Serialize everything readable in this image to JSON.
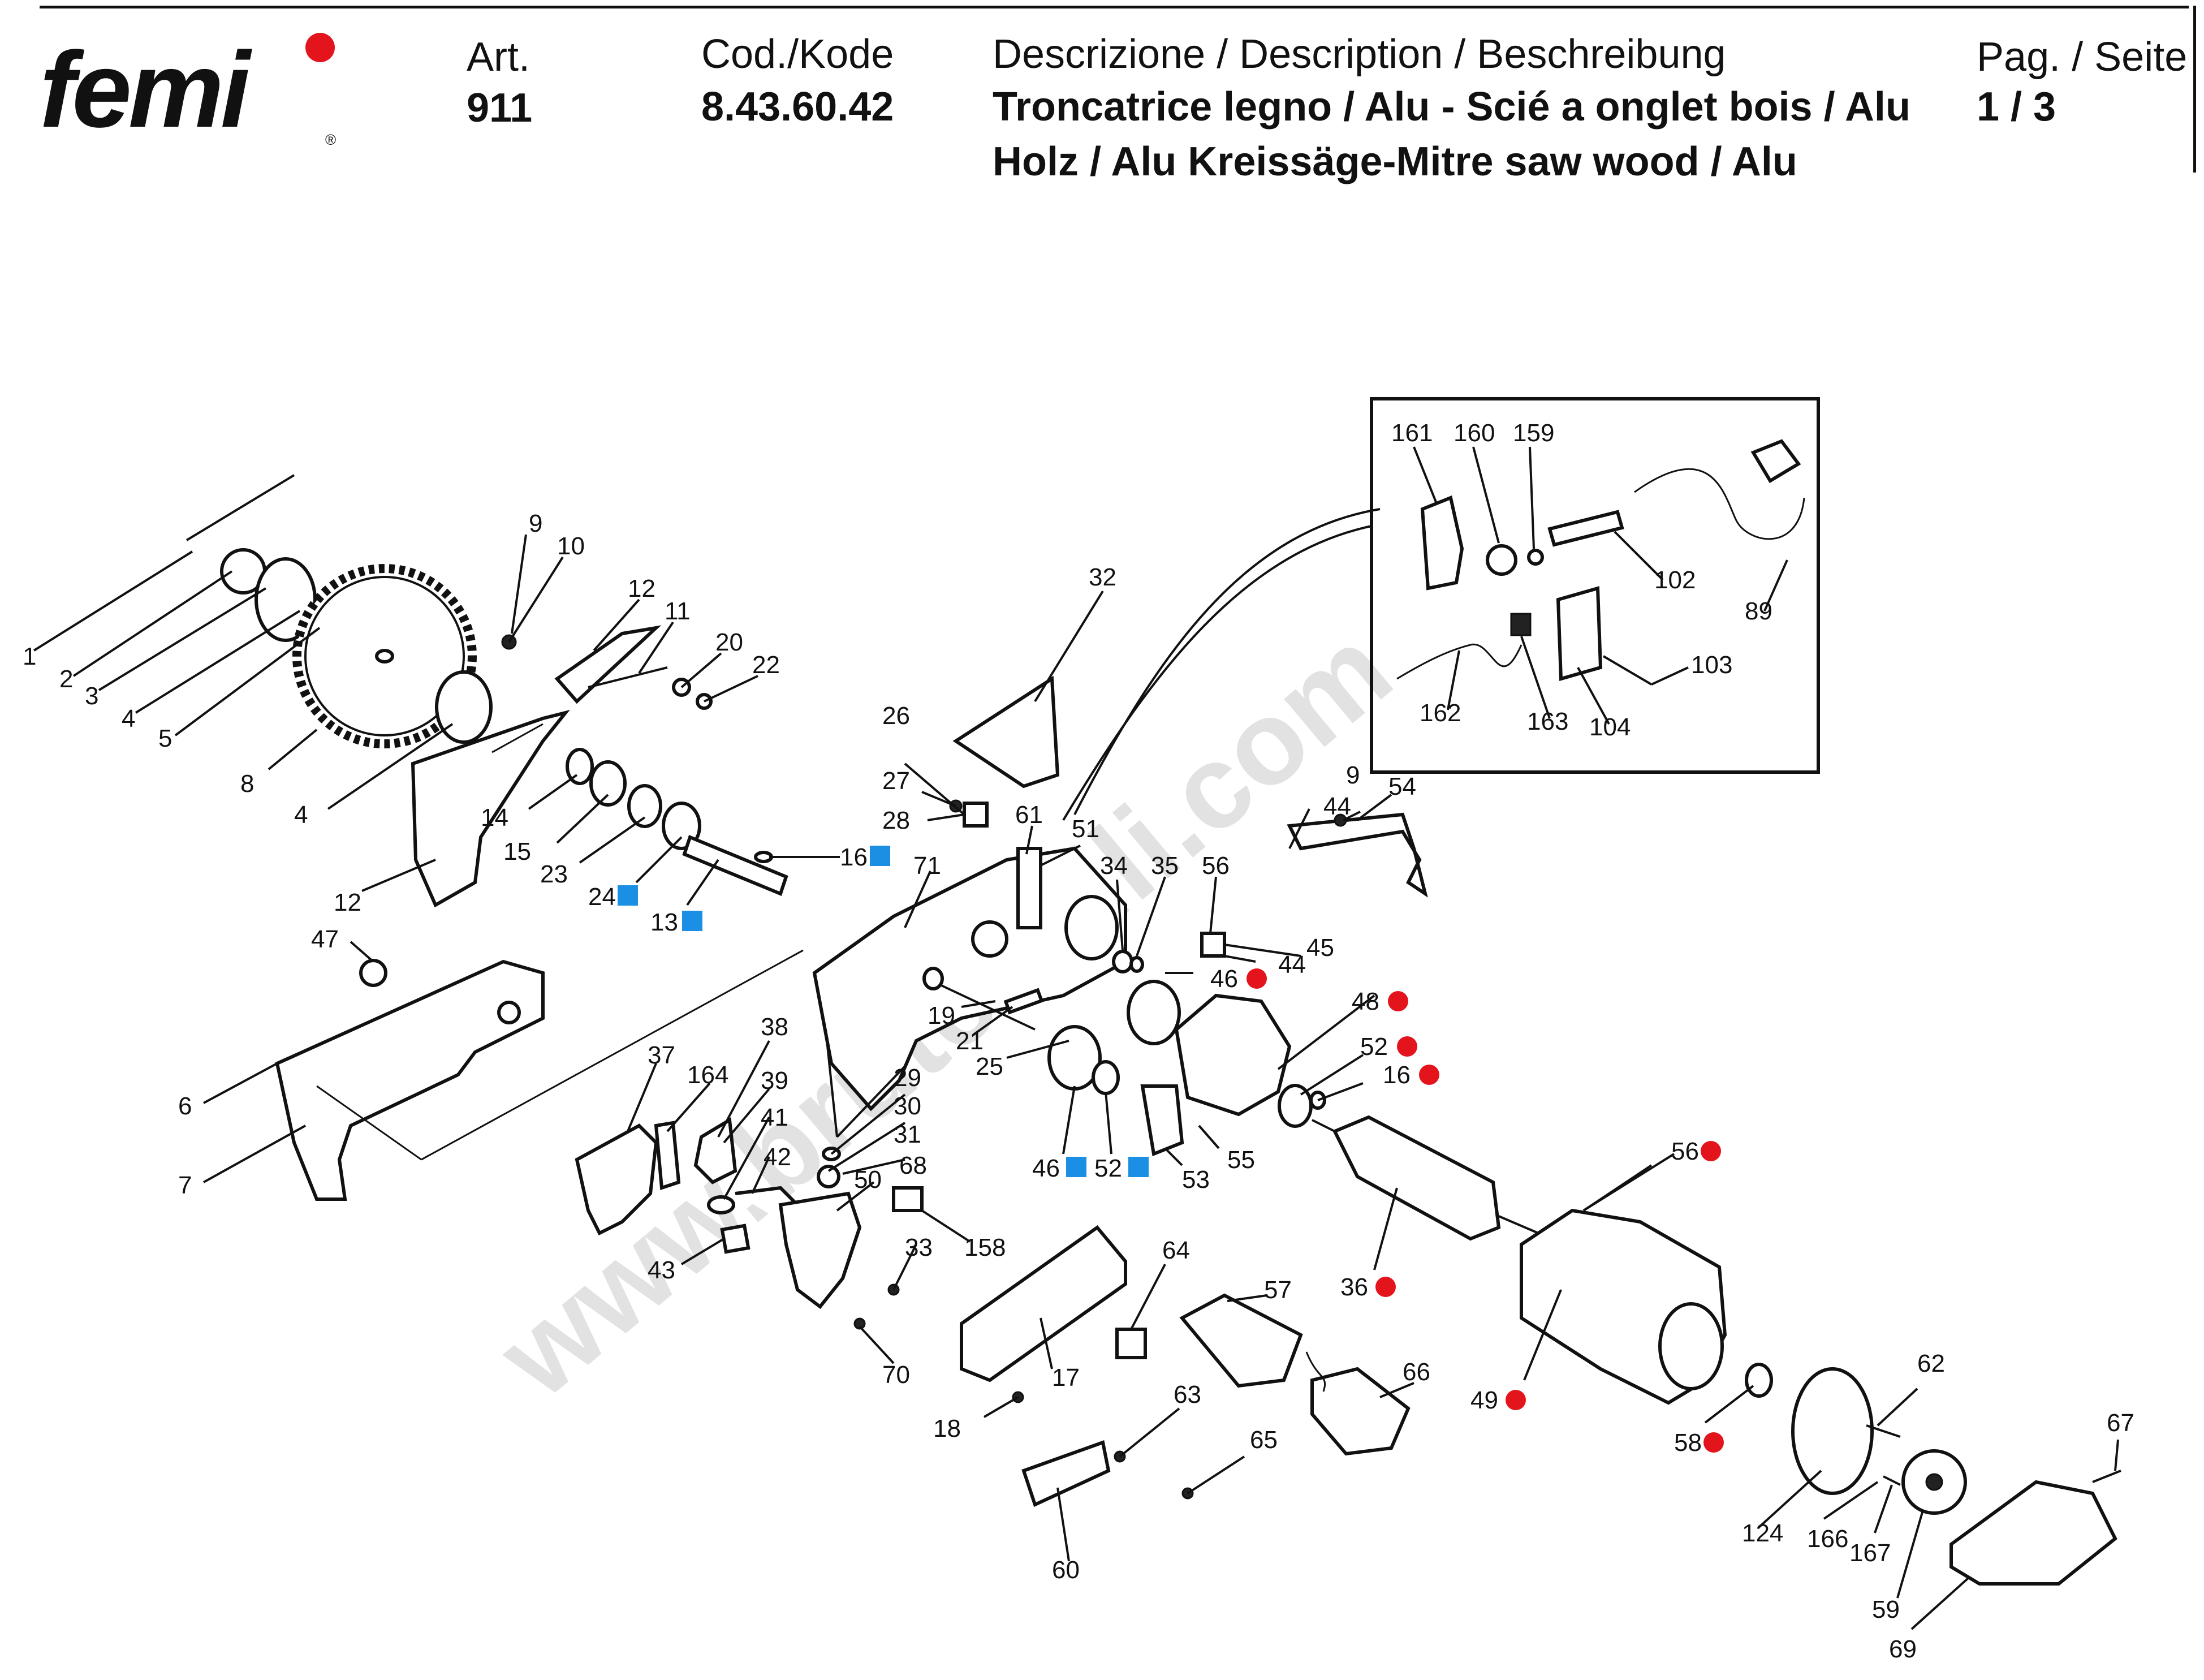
{
  "header": {
    "brand": "femi",
    "brand_mark": "®",
    "art_label": "Art.",
    "art_value": "911",
    "code_label": "Cod./Kode",
    "code_value": "8.43.60.42",
    "desc_label": "Descrizione / Description / Beschreibung",
    "desc_line1": "Troncatrice legno / Alu - Scié a onglet bois / Alu",
    "desc_line2": "Holz / Alu Kreissäge-Mitre saw wood / Alu",
    "page_label": "Pag. / Seite",
    "page_value": "1 / 3"
  },
  "watermark": "www.brutensili.com",
  "colors": {
    "red_marker": "#e3141b",
    "blue_marker": "#1a8fe3",
    "ink": "#111111"
  },
  "labels": {
    "p1": "1",
    "p2": "2",
    "p3": "3",
    "p4a": "4",
    "p4b": "4",
    "p5": "5",
    "p6": "6",
    "p7": "7",
    "p8": "8",
    "p9a": "9",
    "p9b": "9",
    "p10": "10",
    "p11": "11",
    "p12a": "12",
    "p12b": "12",
    "p13": "13",
    "p14": "14",
    "p15": "15",
    "p16a": "16",
    "p16b": "16",
    "p17": "17",
    "p18": "18",
    "p19": "19",
    "p20": "20",
    "p21": "21",
    "p22": "22",
    "p23": "23",
    "p24": "24",
    "p25": "25",
    "p26": "26",
    "p27": "27",
    "p28": "28",
    "p29": "29",
    "p30": "30",
    "p31": "31",
    "p32": "32",
    "p33": "33",
    "p34": "34",
    "p35": "35",
    "p36": "36",
    "p37": "37",
    "p38": "38",
    "p39": "39",
    "p41": "41",
    "p42": "42",
    "p43": "43",
    "p44a": "44",
    "p44b": "44",
    "p45": "45",
    "p46a": "46",
    "p46b": "46",
    "p47": "47",
    "p48": "48",
    "p49": "49",
    "p50": "50",
    "p51": "51",
    "p52a": "52",
    "p52b": "52",
    "p53": "53",
    "p54": "54",
    "p55": "55",
    "p56a": "56",
    "p56b": "56",
    "p57": "57",
    "p58": "58",
    "p59": "59",
    "p60": "60",
    "p61": "61",
    "p62": "62",
    "p63": "63",
    "p64": "64",
    "p65": "65",
    "p66": "66",
    "p67": "67",
    "p68": "68",
    "p69": "69",
    "p70": "70",
    "p71": "71",
    "p89": "89",
    "p102": "102",
    "p103": "103",
    "p104": "104",
    "p124": "124",
    "p158": "158",
    "p159": "159",
    "p160": "160",
    "p161": "161",
    "p162": "162",
    "p163": "163",
    "p164": "164",
    "p166": "166",
    "p167": "167"
  }
}
